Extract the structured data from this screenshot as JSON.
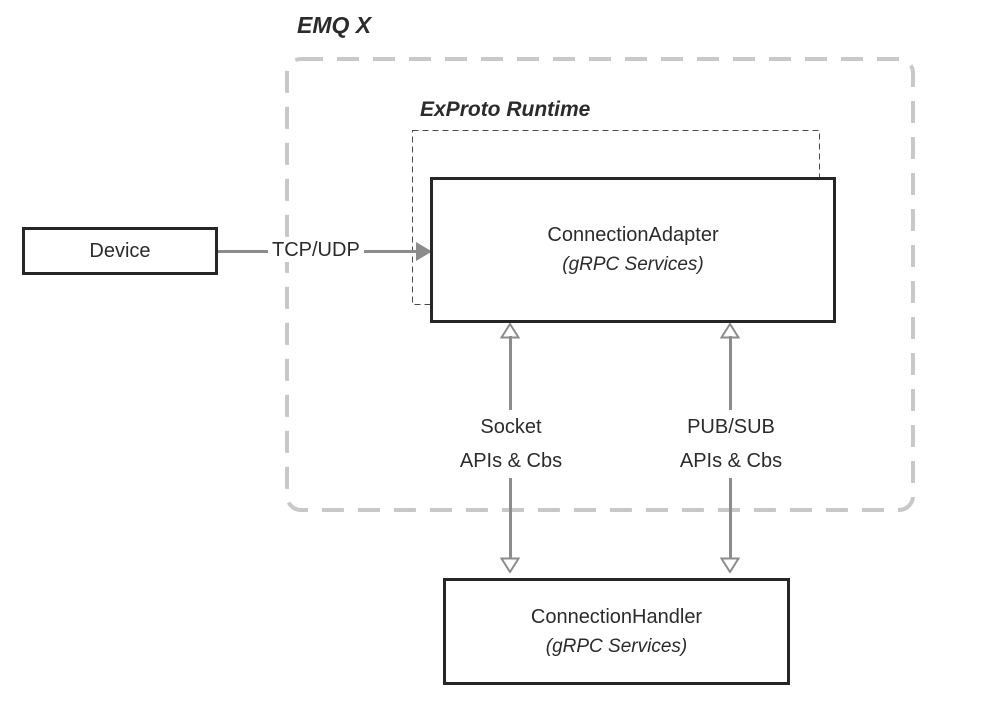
{
  "diagram": {
    "emqx_label": "EMQ X",
    "exproto_label": "ExProto Runtime",
    "device": {
      "label": "Device"
    },
    "tcp_udp": {
      "label": "TCP/UDP"
    },
    "connection_adapter": {
      "title": "ConnectionAdapter",
      "subtitle": "(gRPC Services)"
    },
    "socket_arrow": {
      "line1": "Socket",
      "line2": "APIs & Cbs"
    },
    "pubsub_arrow": {
      "line1": "PUB/SUB",
      "line2": "APIs & Cbs"
    },
    "connection_handler": {
      "title": "ConnectionHandler",
      "subtitle": "(gRPC Services)"
    },
    "colors": {
      "arrow": "#8c8c8c",
      "box_border": "#262626",
      "outer_dash": "#c8c8c8",
      "inner_dash": "#4a4a4a",
      "text": "#2b2b2b",
      "background": "#ffffff"
    }
  }
}
